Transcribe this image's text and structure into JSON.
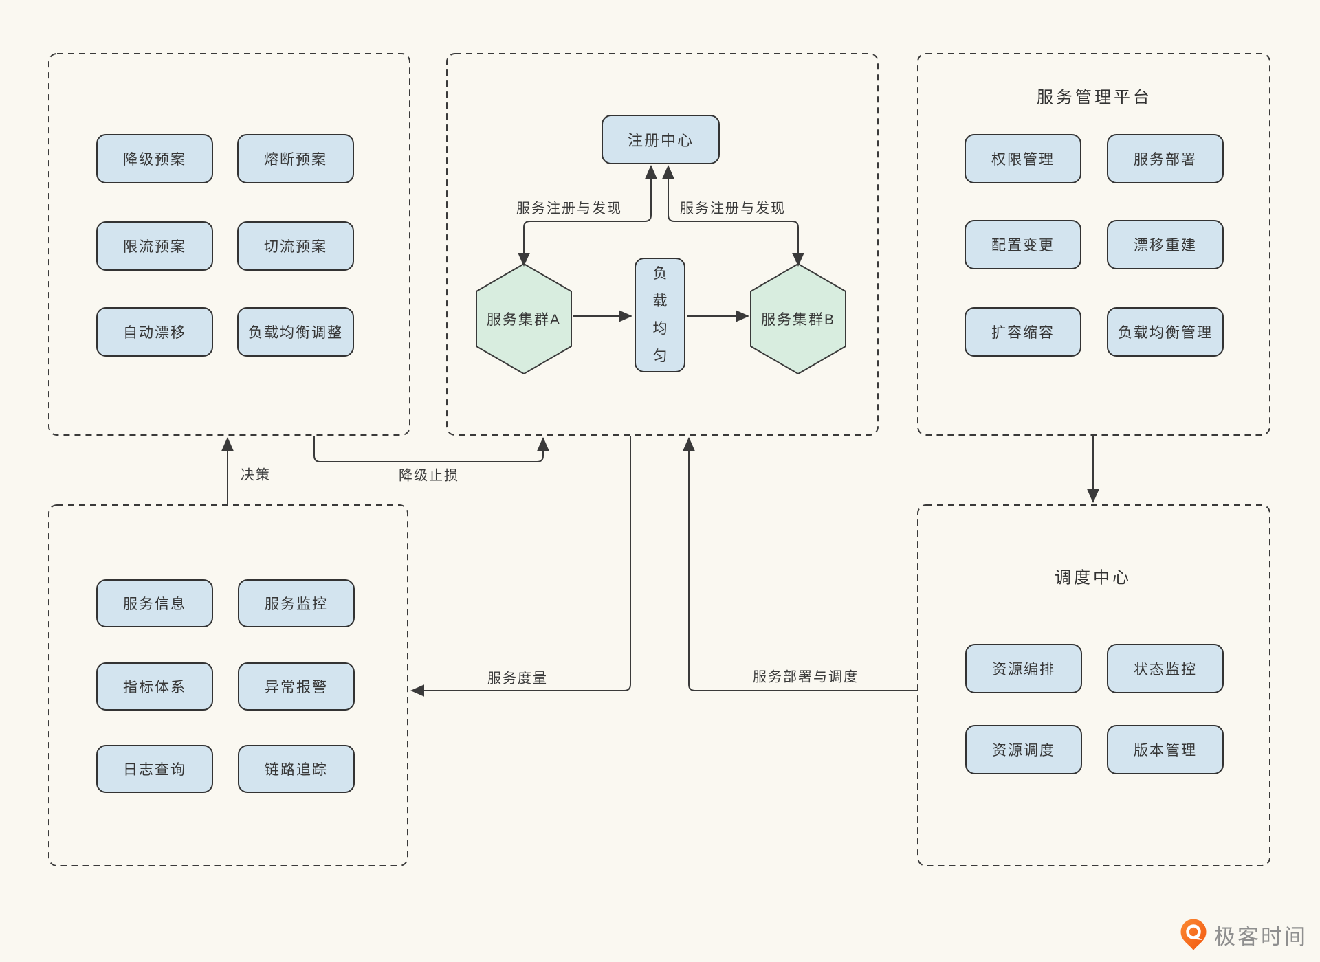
{
  "background": "#FAF8F1",
  "colors": {
    "node_blue": "#D3E4EF",
    "hexagon_green": "#D8EDDF",
    "line_dark": "#3A3A3A",
    "logo_orange": "#F4661B",
    "logo_text_gray": "#8F8F8F"
  },
  "groups": {
    "plans": {
      "items": [
        "降级预案",
        "熔断预案",
        "限流预案",
        "切流预案",
        "自动漂移",
        "负载均衡调整"
      ]
    },
    "cluster": {
      "registry": "注册中心",
      "reg_label_left": "服务注册与发现",
      "reg_label_right": "服务注册与发现",
      "hexagon_a": "服务集群A",
      "load_balance": "负载均匀",
      "hexagon_b": "服务集群B"
    },
    "management": {
      "title": "服务管理平台",
      "items": [
        "权限管理",
        "服务部署",
        "配置变更",
        "漂移重建",
        "扩容缩容",
        "负载均衡管理"
      ]
    },
    "monitoring": {
      "items": [
        "服务信息",
        "服务监控",
        "指标体系",
        "异常报警",
        "日志查询",
        "链路追踪"
      ]
    },
    "scheduling": {
      "title": "调度中心",
      "items": [
        "资源编排",
        "状态监控",
        "资源调度",
        "版本管理"
      ]
    }
  },
  "edges": {
    "decision": "决策",
    "degrade": "降级止损",
    "measure": "服务度量",
    "deploy": "服务部署与调度"
  },
  "logo": {
    "text": "极客时间"
  }
}
